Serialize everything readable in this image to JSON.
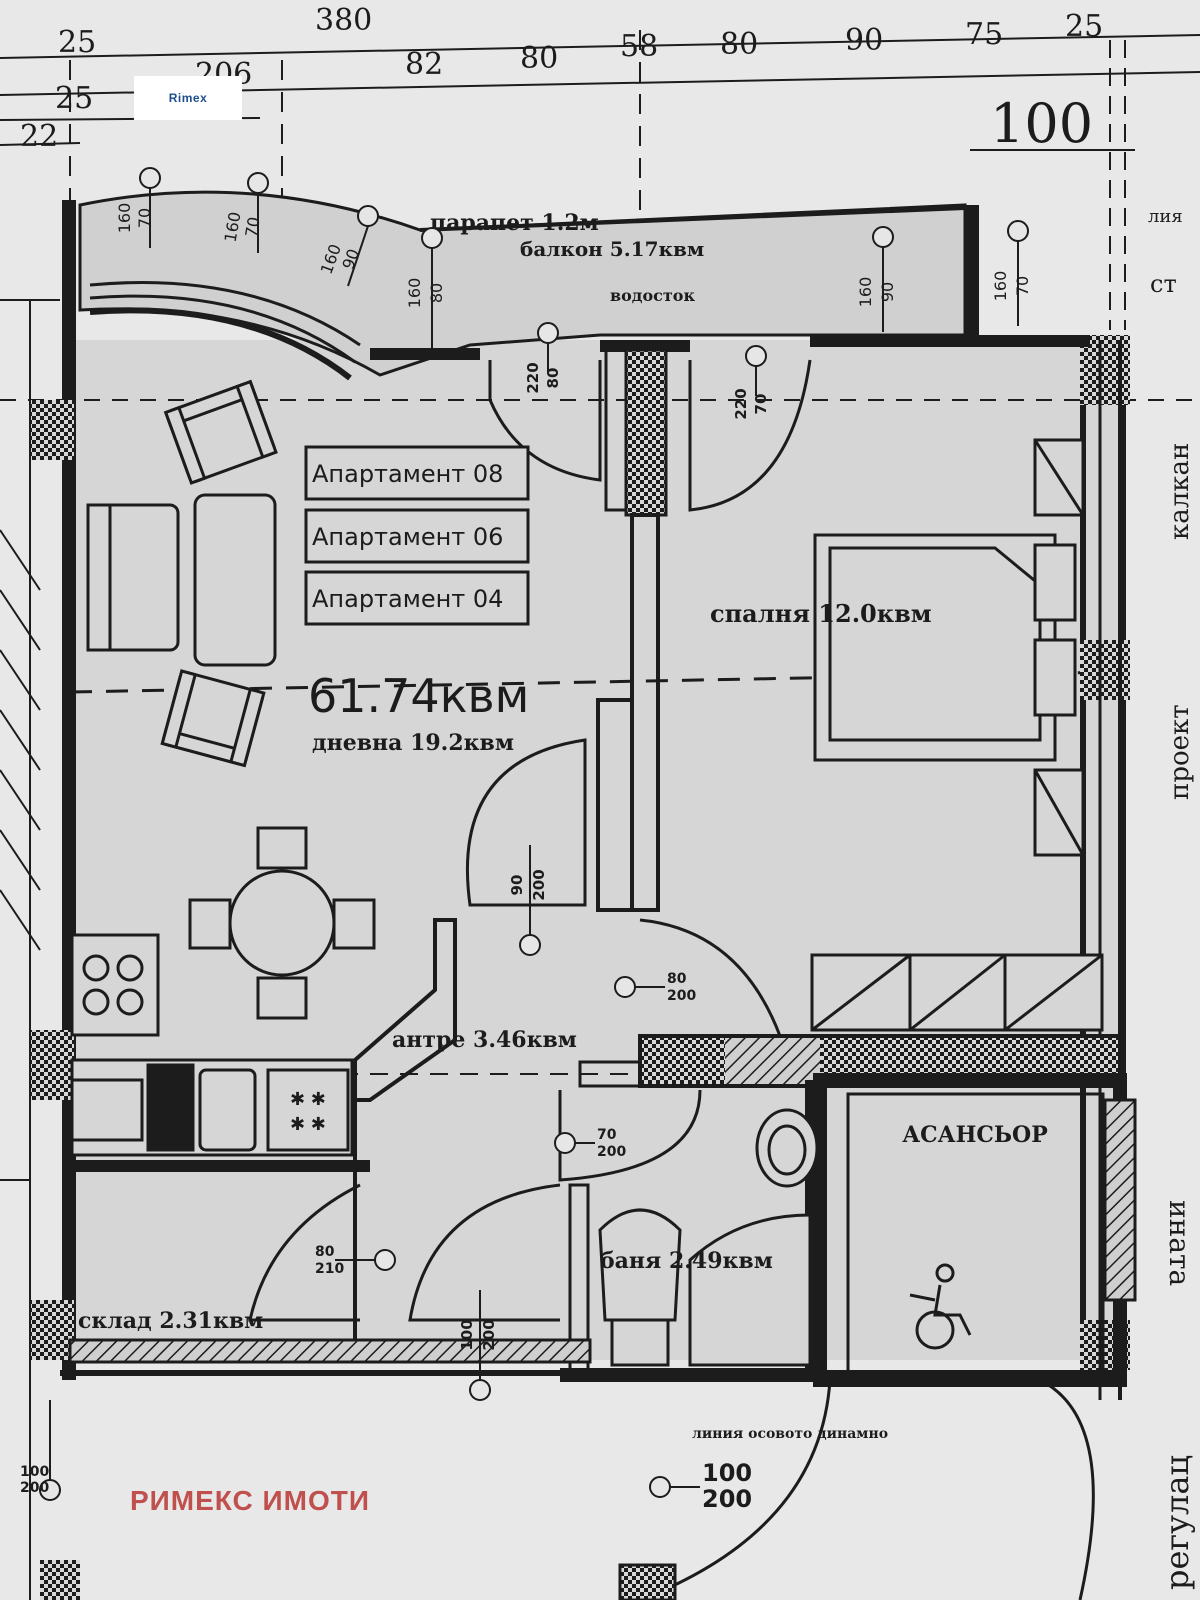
{
  "dimensions": {
    "top_row": [
      "25",
      "380"
    ],
    "row2": [
      "25",
      "206",
      "82",
      "80",
      "58",
      "80",
      "90",
      "75",
      "25"
    ],
    "row3": [
      "25"
    ],
    "row4": [
      "22"
    ],
    "right_big": "100"
  },
  "balcony": {
    "parapet": "парапет 1.2м",
    "balcony": "балкон 5.17квм",
    "drain": "водосток"
  },
  "window_tags": [
    {
      "top": "70",
      "bottom": "160"
    },
    {
      "top": "70",
      "bottom": "160"
    },
    {
      "top": "90",
      "bottom": "160"
    },
    {
      "top": "80",
      "bottom": "160"
    },
    {
      "top": "90",
      "bottom": "160"
    },
    {
      "top": "70",
      "bottom": "160"
    }
  ],
  "door_tags": [
    {
      "top": "80",
      "bottom": "220"
    },
    {
      "top": "70",
      "bottom": "220"
    },
    {
      "top": "90",
      "bottom": "200"
    },
    {
      "top": "80",
      "bottom": "200"
    },
    {
      "top": "70",
      "bottom": "200"
    },
    {
      "top": "80",
      "bottom": "210"
    },
    {
      "top": "100",
      "bottom": "200"
    },
    {
      "top": "100",
      "bottom": "200"
    },
    {
      "top": "100",
      "bottom": "200"
    }
  ],
  "apartments": [
    "Апартамент 08",
    "Апартамент 06",
    "Апартамент 04"
  ],
  "total_area": "61.74квм",
  "rooms": {
    "living": "дневна 19.2квм",
    "bedroom": "спалня 12.0квм",
    "hall": "антре 3.46квм",
    "storage": "склад 2.31квм",
    "bath": "баня 2.49квм",
    "elevator": "АСАНСЬОР"
  },
  "side_text": {
    "right_top": "калкан",
    "right_mid": "проект",
    "right_bottom": "регулац",
    "right_tall": "ината",
    "right_edge_1": "лия",
    "right_edge_2": "ст"
  },
  "bottom_note": "линия осовото динамно",
  "watermark": "РИМЕКС ИМОТИ",
  "logo_text": "Rimex",
  "colors": {
    "paper": "#e6e6e6",
    "ink": "#1c1c1c",
    "watermark": "#c0504d",
    "logo_blue": "#1f4f8f"
  }
}
